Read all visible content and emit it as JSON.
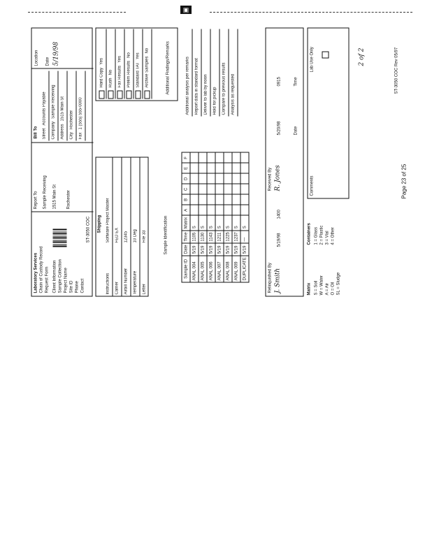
{
  "header": {
    "company_lines": [
      "Laboratory Services",
      "Chain of Custody Record",
      "Request Form"
    ],
    "labels": [
      "Client Information",
      "Sample Collection",
      "Project Name",
      "Site ID",
      "Phone",
      "Contact"
    ],
    "form_id": "ST-3050 COC",
    "bill_to_title": "Bill To",
    "bill_to_rows": [
      {
        "label": "Street",
        "value": "Accounts Payable"
      },
      {
        "label": "Company",
        "value": "Sample Receiving"
      },
      {
        "label": "Address",
        "value": "1515 Main St"
      },
      {
        "label": "City",
        "value": "Rochester"
      },
      {
        "label": "Fax",
        "value": "1 (555) 555-0000"
      }
    ],
    "report_to_title": "Report To",
    "location_label": "Location",
    "date_label": "Date",
    "date_value": "5/19/98"
  },
  "options": {
    "title": "Additional Findings/Remarks",
    "checks": [
      {
        "label": "Hard Copy",
        "answer": "Yes"
      },
      {
        "label": "Rush",
        "answer": "No"
      },
      {
        "label": "Fax Results",
        "answer": "Yes"
      },
      {
        "label": "Prelim Results",
        "answer": "No"
      },
      {
        "label": "Standard TAT",
        "answer": "Yes"
      },
      {
        "label": "Archive Samples",
        "answer": "No"
      }
    ]
  },
  "shipping": {
    "title": "Shipping",
    "rows": [
      {
        "label": "Instructions",
        "value": "Software Project Master"
      },
      {
        "label": "Carrier",
        "value": "FED EX"
      },
      {
        "label": "Airbill Number",
        "value": "12345"
      },
      {
        "label": "Temperature",
        "value": "10 Deg"
      },
      {
        "label": "Letter",
        "value": "File 33"
      }
    ]
  },
  "samples": {
    "section_label": "Sample Identification",
    "columns": [
      "Sample ID",
      "Date",
      "Time",
      "Matrix",
      "A",
      "B",
      "C",
      "D",
      "E",
      "F"
    ],
    "analyses": [
      "Additional analysis per remarks",
      "Report data in standard format",
      "Deliver to lab by noon",
      "Hold for pickup",
      "Compare to previous results",
      "Analysis as requested"
    ],
    "rows": [
      {
        "id": "ANAL 004",
        "date": "5/19",
        "time": "1105",
        "matrix": "S"
      },
      {
        "id": "ANAL 005",
        "date": "5/19",
        "time": "1130",
        "matrix": "S"
      },
      {
        "id": "ANAL 006",
        "date": "5/19",
        "time": "1143",
        "matrix": "S"
      },
      {
        "id": "ANAL 007",
        "date": "5/19",
        "time": "1211",
        "matrix": "S"
      },
      {
        "id": "ANAL 008",
        "date": "5/19",
        "time": "1225",
        "matrix": "S"
      },
      {
        "id": "ANAL 009",
        "date": "5/19",
        "time": "1237",
        "matrix": "S"
      },
      {
        "id": "DUPLICATE",
        "date": "5/19",
        "time": "—",
        "matrix": "S"
      }
    ]
  },
  "signatures": {
    "relinquished_label": "Relinquished By",
    "received_label": "Received By",
    "date_label": "Date",
    "time_label": "Time",
    "rows": [
      {
        "name": "J. Smith",
        "date": "5/19/98",
        "time": "1400"
      },
      {
        "name": "R. Jones",
        "date": "5/20/98",
        "time": "0915"
      }
    ]
  },
  "footer": {
    "comments_label": "Comments",
    "matrix_legend_title": "Matrix",
    "matrix_legend": [
      "S = Soil",
      "W = Water",
      "A = Air",
      "O = Oil",
      "SL = Sludge"
    ],
    "container_title": "Containers",
    "container_legend": [
      "1 = Glass",
      "2 = Plastic",
      "3 = Vial",
      "4 = Other"
    ],
    "lab_use_label": "Lab Use Only",
    "page_label": "Page 23 of 25",
    "doc_code": "ST-3050 COC Rev 05/97",
    "page_of": "2 of 2"
  }
}
